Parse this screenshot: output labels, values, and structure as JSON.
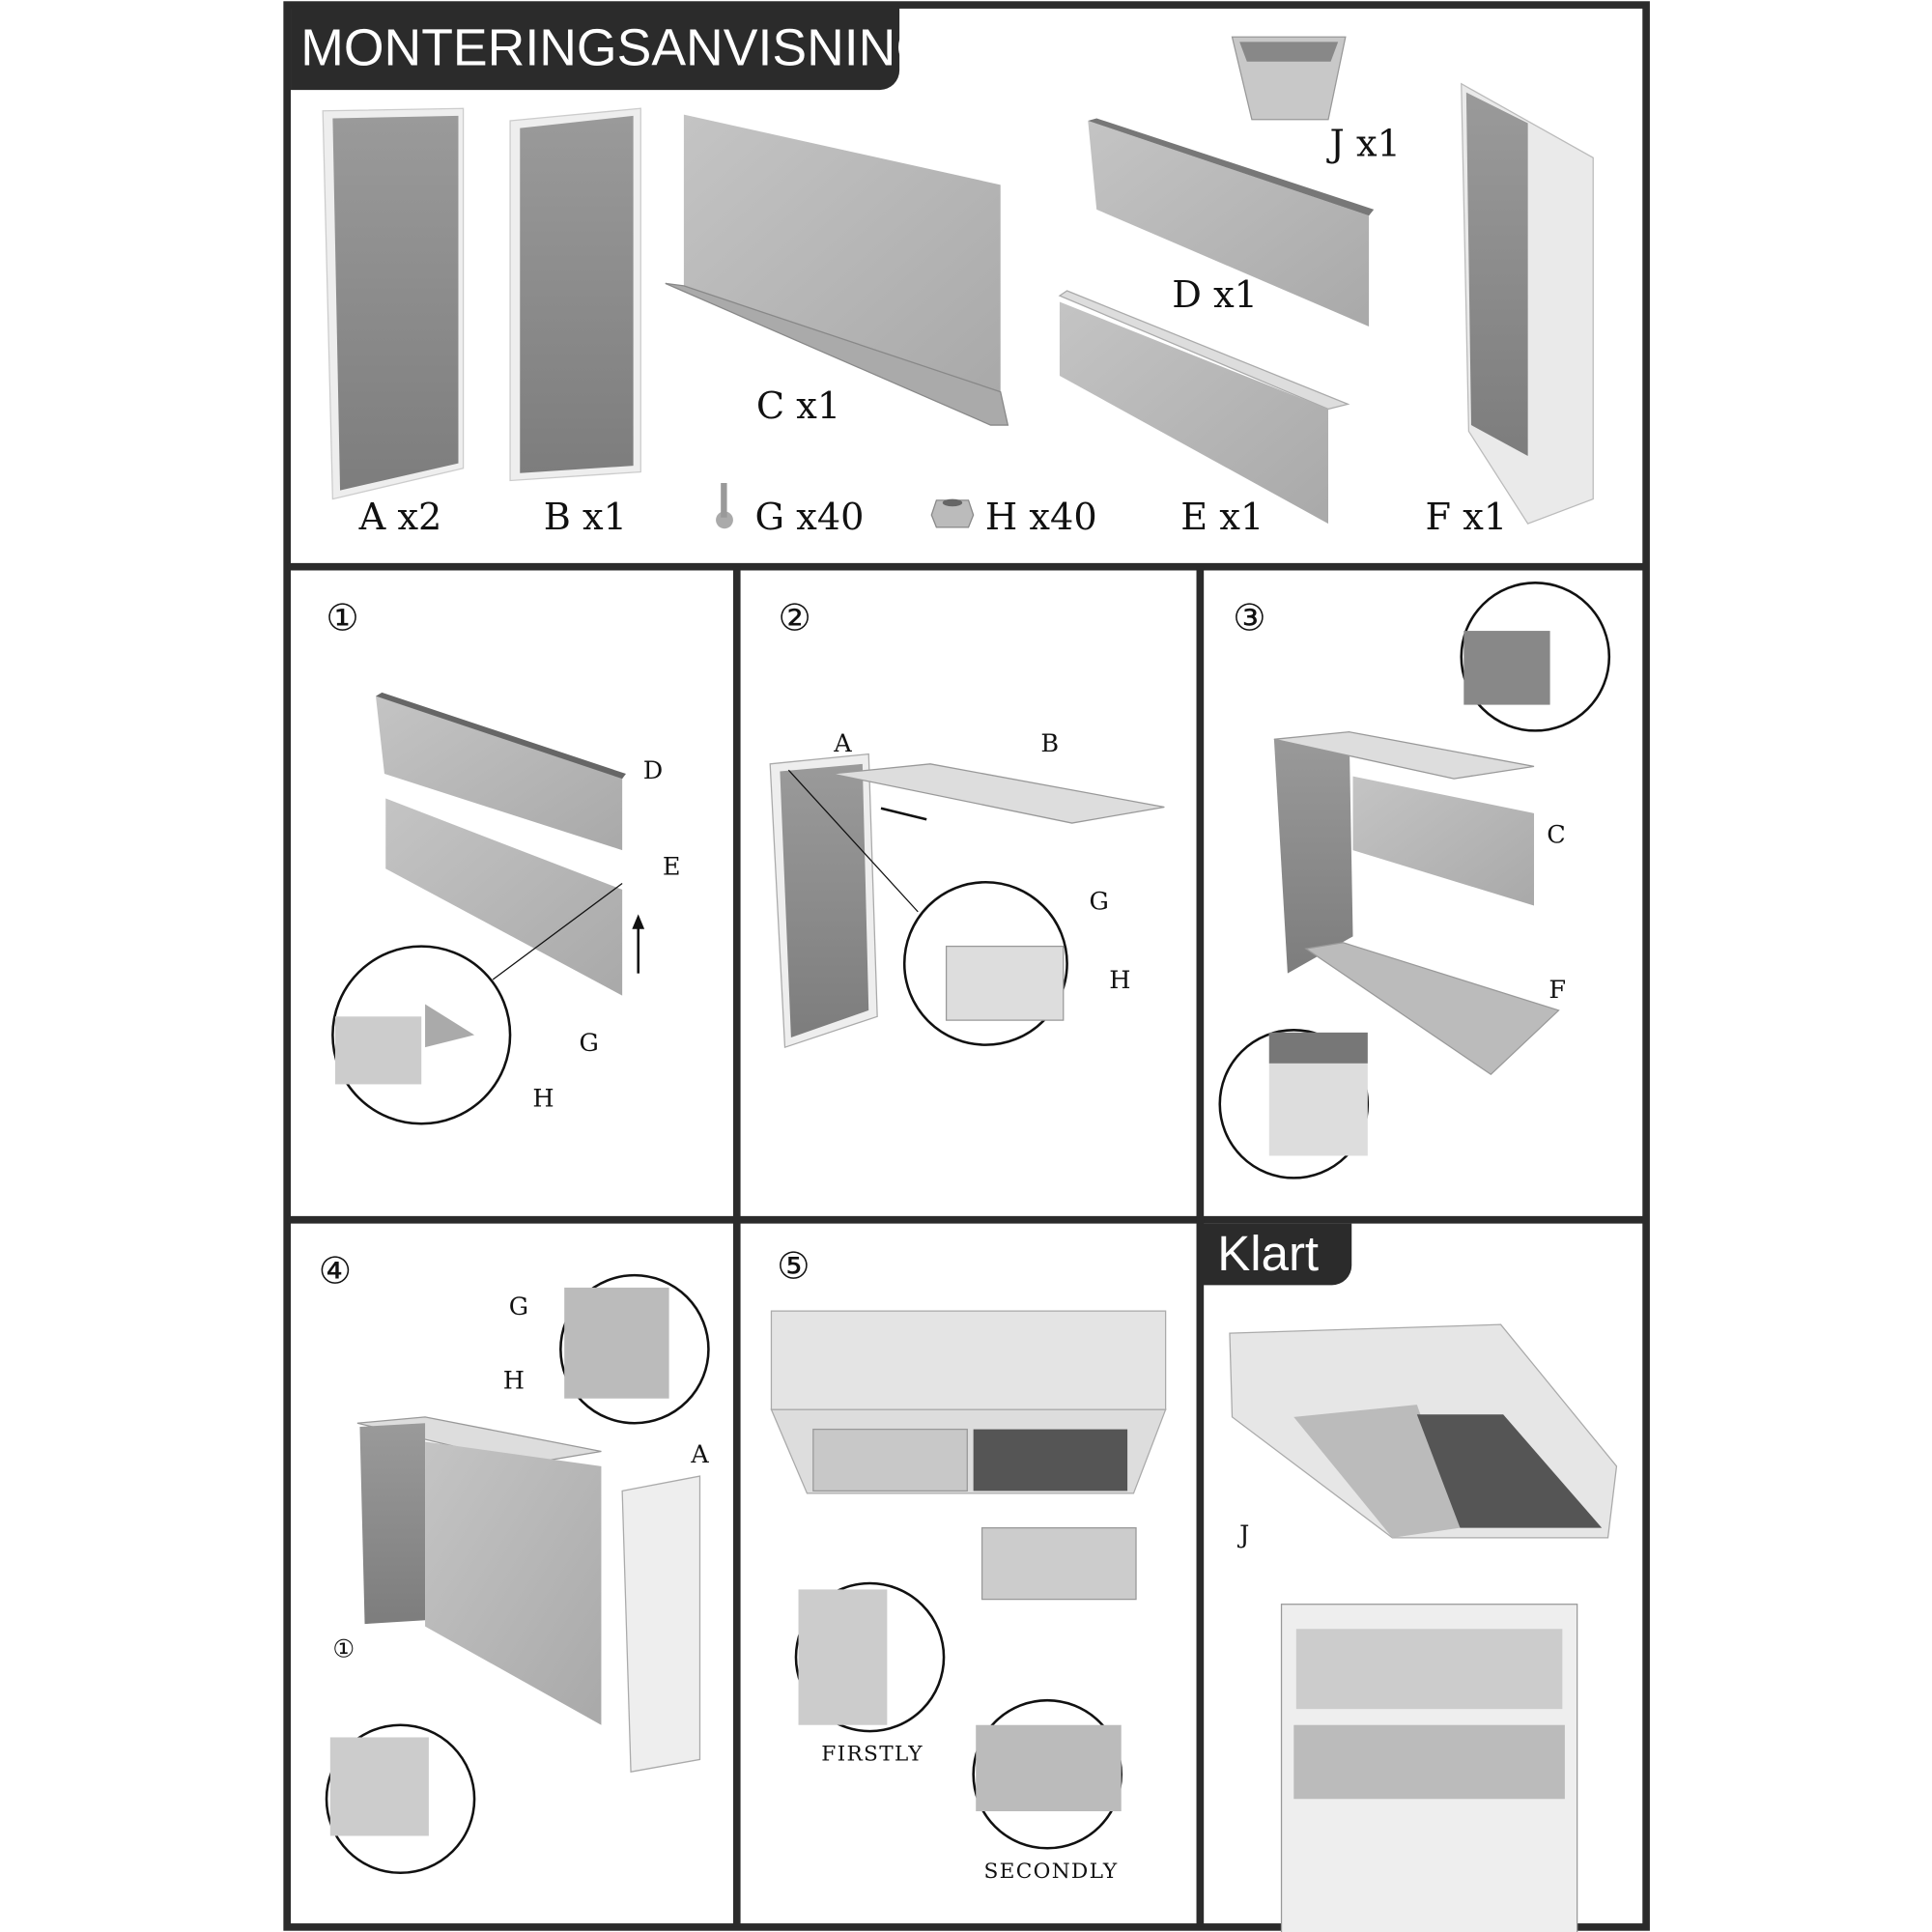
{
  "title": "MONTERINGSANVISNING",
  "parts": [
    {
      "id": "A",
      "label": "A x2"
    },
    {
      "id": "B",
      "label": "B x1"
    },
    {
      "id": "C",
      "label": "C x1"
    },
    {
      "id": "D",
      "label": "D x1"
    },
    {
      "id": "E",
      "label": "E x1"
    },
    {
      "id": "F",
      "label": "F x1"
    },
    {
      "id": "G",
      "label": "G x40"
    },
    {
      "id": "H",
      "label": "H x40"
    },
    {
      "id": "J",
      "label": "J x1"
    }
  ],
  "steps": [
    {
      "number": "①",
      "labels": [
        "D",
        "E",
        "G",
        "H"
      ]
    },
    {
      "number": "②",
      "labels": [
        "A",
        "B",
        "G",
        "H"
      ]
    },
    {
      "number": "③",
      "labels": [
        "C",
        "F"
      ]
    },
    {
      "number": "④",
      "labels": [
        "G",
        "H",
        "A",
        "①"
      ]
    },
    {
      "number": "⑤",
      "labels": [
        "FIRSTLY",
        "SECONDLY"
      ]
    }
  ],
  "done": {
    "title": "Klart",
    "labels": [
      "J"
    ]
  },
  "colors": {
    "frame": "#2b2b2b",
    "panel": "#8a8a8a",
    "panel_light": "#bdbdbd"
  }
}
